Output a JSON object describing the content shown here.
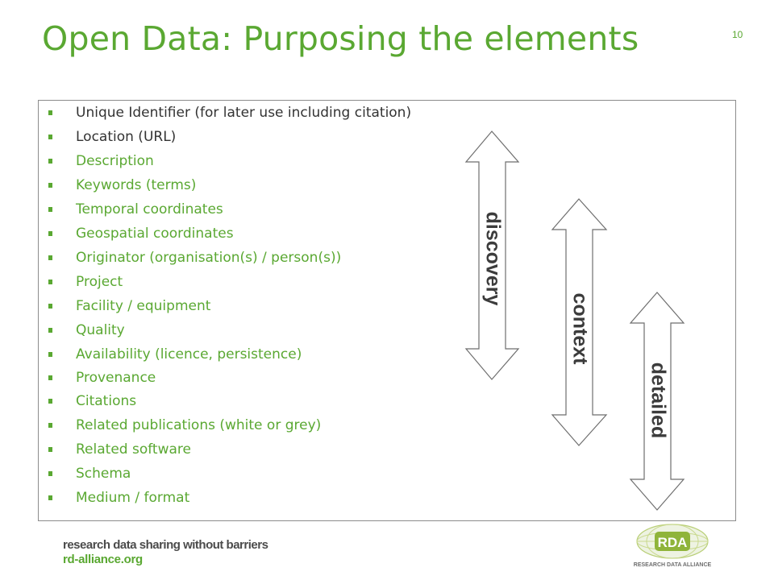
{
  "slide": {
    "title": "Open Data: Purposing the elements",
    "page_number": "10"
  },
  "bullets": [
    {
      "text": "Unique Identifier (for later use including citation)",
      "color": "#333333"
    },
    {
      "text": "Location (URL)",
      "color": "#333333"
    },
    {
      "text": "Description",
      "color": "#5aa832"
    },
    {
      "text": "Keywords (terms)",
      "color": "#5aa832"
    },
    {
      "text": "Temporal coordinates",
      "color": "#5aa832"
    },
    {
      "text": "Geospatial coordinates",
      "color": "#5aa832"
    },
    {
      "text": "Originator (organisation(s) / person(s))",
      "color": "#5aa832"
    },
    {
      "text": "Project",
      "color": "#5aa832"
    },
    {
      "text": "Facility / equipment",
      "color": "#5aa832"
    },
    {
      "text": "Quality",
      "color": "#5aa832"
    },
    {
      "text": "Availability (licence, persistence)",
      "color": "#5aa832"
    },
    {
      "text": "Provenance",
      "color": "#5aa832"
    },
    {
      "text": "Citations",
      "color": "#5aa832"
    },
    {
      "text": "Related publications (white or grey)",
      "color": "#5aa832"
    },
    {
      "text": "Related software",
      "color": "#5aa832"
    },
    {
      "text": "Schema",
      "color": "#5aa832"
    },
    {
      "text": "Medium / format",
      "color": "#5aa832"
    }
  ],
  "arrows": {
    "discovery": "discovery",
    "context": "context",
    "detailed": "detailed"
  },
  "footer": {
    "tagline": "research data sharing without barriers",
    "url": "rd-alliance.org",
    "logo_text": "RDA",
    "logo_subtext": "RESEARCH DATA ALLIANCE"
  },
  "colors": {
    "accent_green": "#5aa832",
    "dark_text": "#333333",
    "border": "#8c8c8c"
  }
}
